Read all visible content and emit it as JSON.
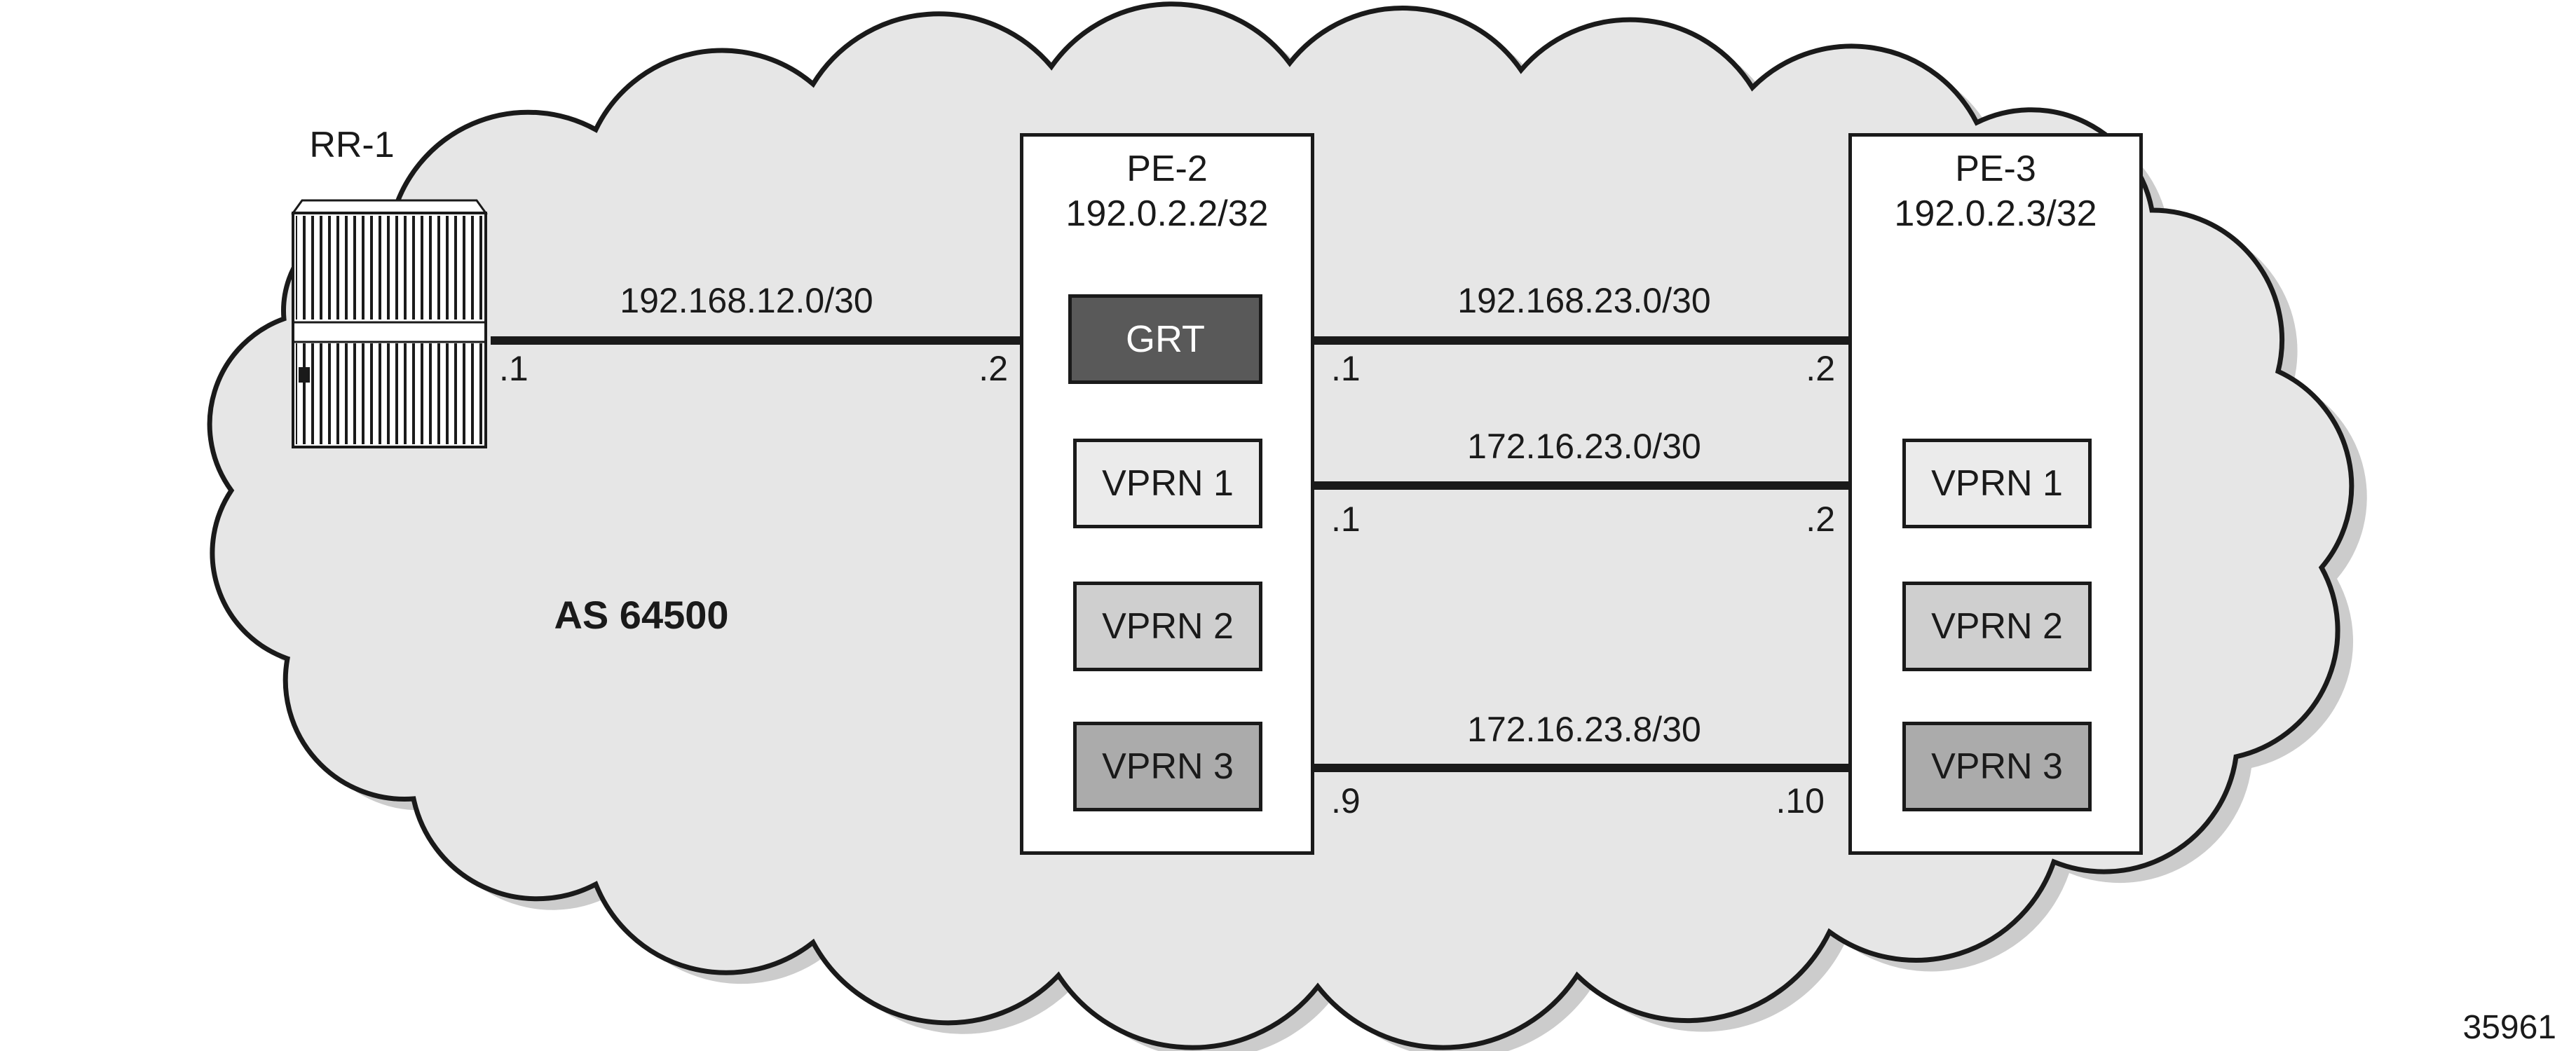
{
  "diagram": {
    "as_label": "AS 64500",
    "figure_number": "35961",
    "rr1": {
      "name": "RR-1"
    },
    "pe2": {
      "title": "PE-2",
      "loopback": "192.0.2.2/32",
      "grt": "GRT",
      "vprn1": "VPRN 1",
      "vprn2": "VPRN 2",
      "vprn3": "VPRN 3"
    },
    "pe3": {
      "title": "PE-3",
      "loopback": "192.0.2.3/32",
      "vprn1": "VPRN 1",
      "vprn2": "VPRN 2",
      "vprn3": "VPRN 3"
    },
    "links": [
      {
        "subnet": "192.168.12.0/30",
        "left": ".1",
        "right": ".2"
      },
      {
        "subnet": "192.168.23.0/30",
        "left": ".1",
        "right": ".2"
      },
      {
        "subnet": "172.16.23.0/30",
        "left": ".1",
        "right": ".2"
      },
      {
        "subnet": "172.16.23.8/30",
        "left": ".9",
        "right": ".10"
      }
    ],
    "colors": {
      "cloud-fill": "#e6e6e6",
      "cloud-shadow": "#cccccc",
      "stroke": "#1a1a1a",
      "grt-fill": "#595959",
      "vprn1-fill": "#ebebeb",
      "vprn2-fill": "#cfcfcf",
      "vprn3-fill": "#ababab"
    }
  }
}
